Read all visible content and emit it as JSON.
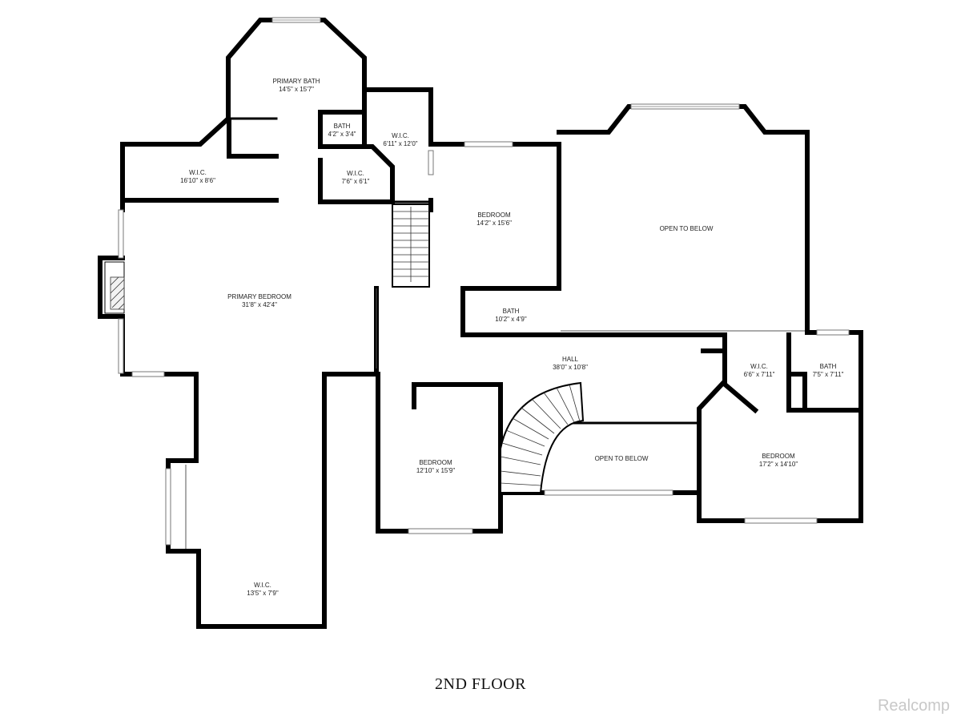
{
  "rooms": {
    "primary_bath": {
      "name": "PRIMARY BATH",
      "dims": "14'5\" x 15'7\""
    },
    "bath_small": {
      "name": "BATH",
      "dims": "4'2\" x 3'4\""
    },
    "wic_upper": {
      "name": "W.I.C.",
      "dims": "6'11\" x 12'0\""
    },
    "wic_left": {
      "name": "W.I.C.",
      "dims": "16'10\" x 8'6\""
    },
    "wic_mid": {
      "name": "W.I.C.",
      "dims": "7'6\" x 6'1\""
    },
    "bedroom_top": {
      "name": "BEDROOM",
      "dims": "14'2\" x 15'6\""
    },
    "open_below_top": {
      "name": "OPEN TO BELOW",
      "dims": ""
    },
    "primary_bedroom": {
      "name": "PRIMARY BEDROOM",
      "dims": "31'8\" x 42'4\""
    },
    "bath_mid": {
      "name": "BATH",
      "dims": "10'2\" x 4'9\""
    },
    "hall": {
      "name": "HALL",
      "dims": "38'0\" x 10'8\""
    },
    "wic_right": {
      "name": "W.I.C.",
      "dims": "6'6\" x 7'11\""
    },
    "bath_right": {
      "name": "BATH",
      "dims": "7'5\" x 7'11\""
    },
    "bedroom_mid": {
      "name": "BEDROOM",
      "dims": "12'10\" x 15'9\""
    },
    "open_below_bottom": {
      "name": "OPEN TO BELOW",
      "dims": ""
    },
    "bedroom_right": {
      "name": "BEDROOM",
      "dims": "17'2\" x 14'10\""
    },
    "wic_bottom": {
      "name": "W.I.C.",
      "dims": "13'5\" x 7'9\""
    }
  },
  "floor_title": "2ND FLOOR",
  "watermark": "Realcomp"
}
